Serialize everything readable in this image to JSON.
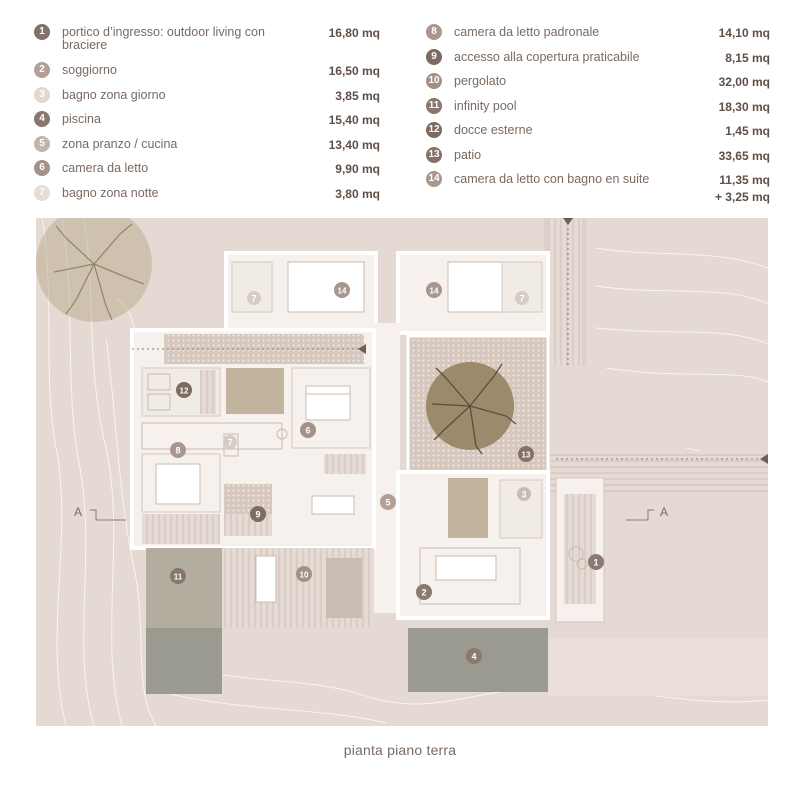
{
  "legend": {
    "left": [
      {
        "n": "1",
        "label": "portico d’ingresso: outdoor living con braciere",
        "value": "16,80 mq",
        "color": "#84716a"
      },
      {
        "n": "2",
        "label": "soggiorno",
        "value": "16,50 mq",
        "color": "#b2a096"
      },
      {
        "n": "3",
        "label": "bagno zona giorno",
        "value": "3,85 mq",
        "color": "#e2d8d1"
      },
      {
        "n": "4",
        "label": "piscina",
        "value": "15,40 mq",
        "color": "#8a766c"
      },
      {
        "n": "5",
        "label": "zona pranzo / cucina",
        "value": "13,40 mq",
        "color": "#c3b3a8"
      },
      {
        "n": "6",
        "label": "camera da letto",
        "value": "9,90 mq",
        "color": "#a3918a"
      },
      {
        "n": "7",
        "label": "bagno zona notte",
        "value": "3,80 mq",
        "color": "#e6ddd6"
      }
    ],
    "right": [
      {
        "n": "8",
        "label": "camera da letto padronale",
        "value": "14,10 mq",
        "color": "#a9978d"
      },
      {
        "n": "9",
        "label": "accesso alla copertura praticabile",
        "value": "8,15 mq",
        "color": "#7f6b62"
      },
      {
        "n": "10",
        "label": "pergolato",
        "value": "32,00 mq",
        "color": "#a59086"
      },
      {
        "n": "11",
        "label": "infinity pool",
        "value": "18,30 mq",
        "color": "#8a766c"
      },
      {
        "n": "12",
        "label": "docce esterne",
        "value": "1,45 mq",
        "color": "#7d6a60"
      },
      {
        "n": "13",
        "label": "patio",
        "value": "33,65 mq",
        "color": "#85716a"
      },
      {
        "n": "14",
        "label": "camera da letto con bagno en suite",
        "value": "11,35 mq",
        "value2": "+ 3,25 mq",
        "color": "#a8978e"
      }
    ]
  },
  "plan": {
    "section_marker_left": "A",
    "section_marker_right": "A",
    "markers": [
      {
        "n": "1"
      },
      {
        "n": "2"
      },
      {
        "n": "3"
      },
      {
        "n": "4"
      },
      {
        "n": "5"
      },
      {
        "n": "6"
      },
      {
        "n": "7"
      },
      {
        "n": "7"
      },
      {
        "n": "7"
      },
      {
        "n": "8"
      },
      {
        "n": "9"
      },
      {
        "n": "10"
      },
      {
        "n": "11"
      },
      {
        "n": "12"
      },
      {
        "n": "13"
      },
      {
        "n": "14"
      },
      {
        "n": "14"
      }
    ]
  },
  "caption": "pianta piano terra"
}
